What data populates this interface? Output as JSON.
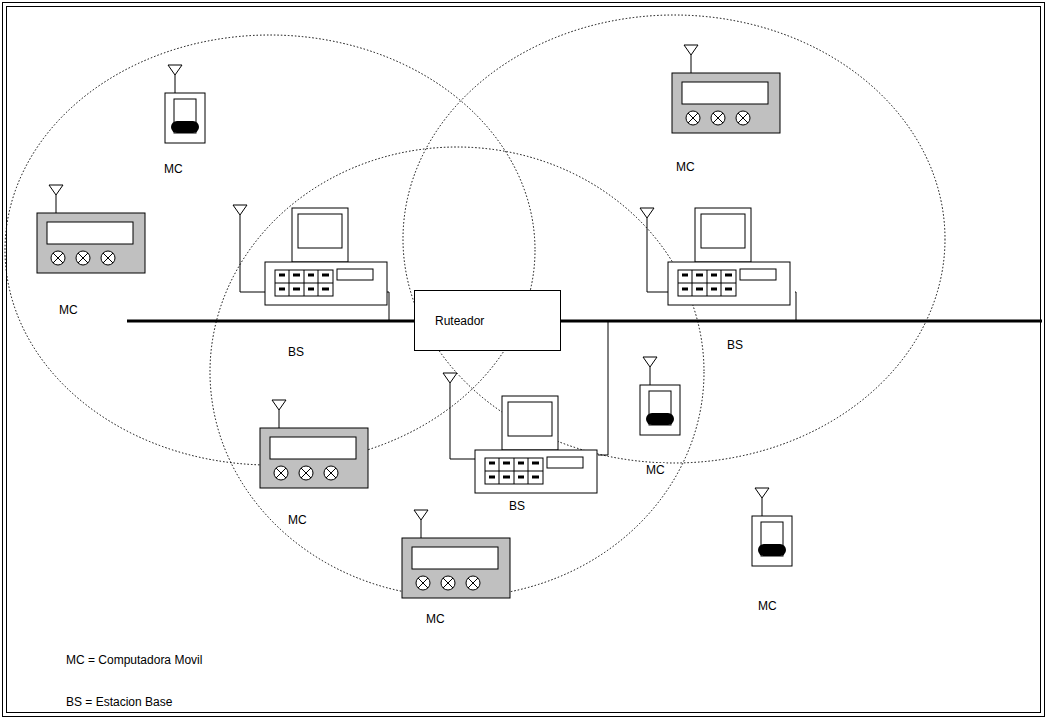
{
  "diagram": {
    "nodes": [
      {
        "text": [
          "Ruteador"
        ]
      }
    ],
    "labels": [
      "MC",
      "MC",
      "MC",
      "BS",
      "BS",
      "MC",
      "BS",
      "MC",
      "MC",
      "MC",
      "MC = Computadora Movil",
      "BS = Estacion Base"
    ]
  }
}
